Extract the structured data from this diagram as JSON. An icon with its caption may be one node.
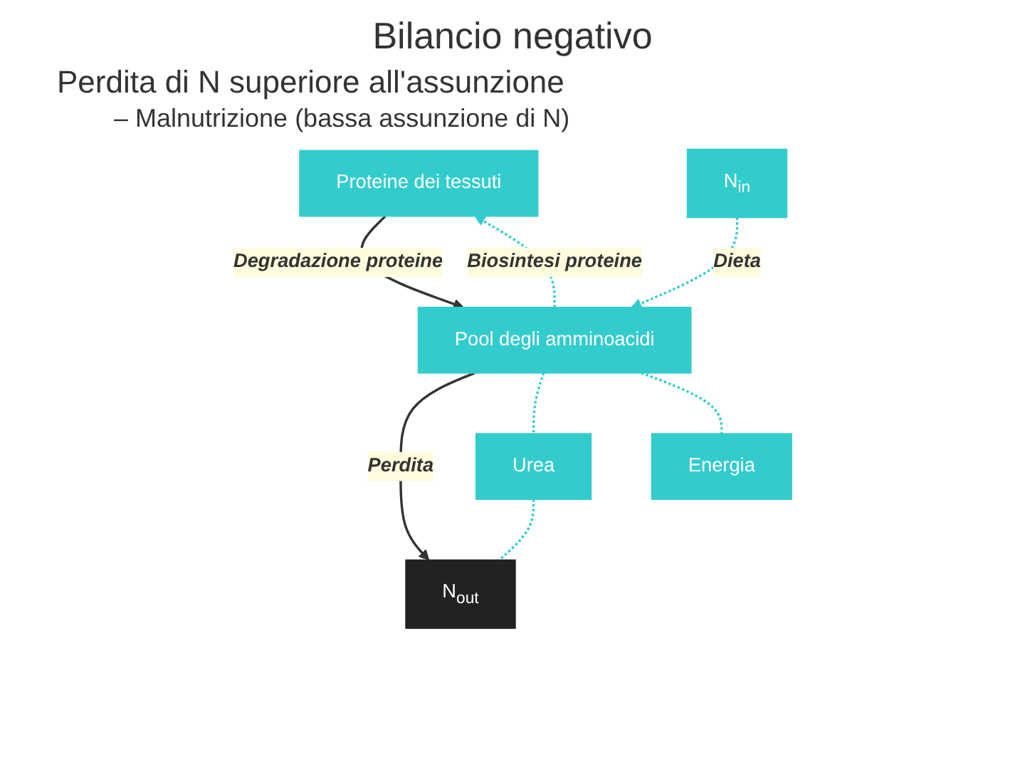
{
  "diagram": {
    "title": "Bilancio negativo",
    "nodes": [
      {
        "text": [
          "Proteine dei tessuti"
        ]
      },
      {
        "text": [
          "N$_{in}$"
        ]
      },
      {
        "text": [
          "Pool degli amminoacidi"
        ]
      },
      {
        "text": [
          "N$_{out}$"
        ]
      },
      {
        "text": [
          "Urea"
        ]
      },
      {
        "text": [
          "Energia"
        ]
      }
    ],
    "edges": [
      {
        "from": 2,
        "to": 0,
        "arrow": "to",
        "label": "Biosintesi proteine",
        "style": "dashed"
      },
      {
        "from": 0,
        "to": 2,
        "arrow": "to",
        "label": "Degradazione proteine",
        "color": "#333333"
      },
      {
        "from": 1,
        "to": 2,
        "arrow": "to",
        "label": "Dieta",
        "style": "dashed"
      },
      {
        "from": 2,
        "to": 3,
        "arrow": "to",
        "label": "Perdita",
        "color": "#333333"
      },
      {
        "from": 2,
        "to": 4,
        "arrow": "none",
        "style": "dashed"
      },
      {
        "from": 4,
        "to": 3,
        "arrow": "none",
        "style": "dashed"
      },
      {
        "from": 2,
        "to": 5,
        "arrow": "none",
        "style": "dashed"
      }
    ],
    "labels": [
      "Perdita di N superiore all'assunzione",
      "– Malnutrizione (bassa assunzione di N)"
    ]
  }
}
